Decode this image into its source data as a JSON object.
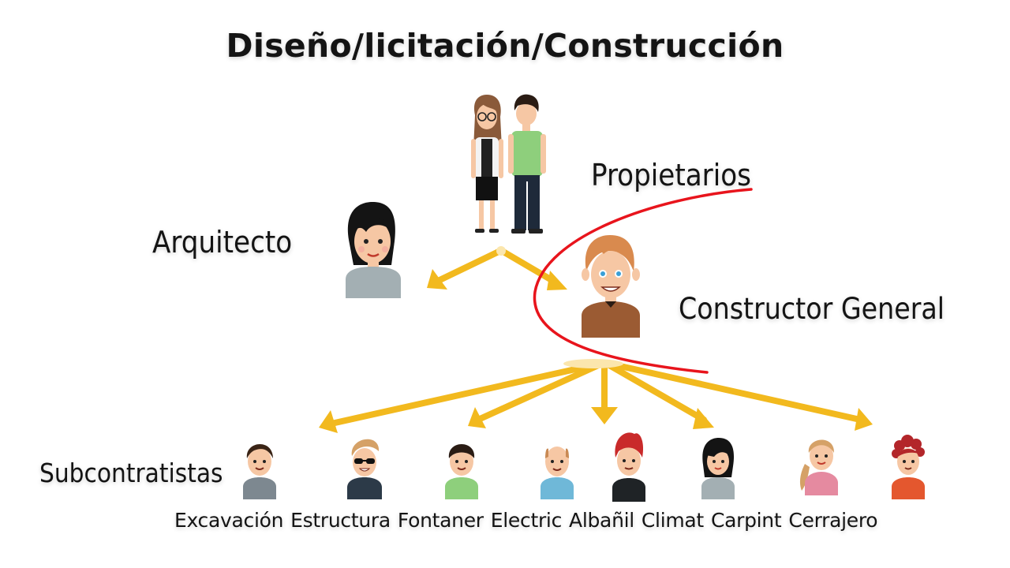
{
  "title": "Diseño/licitación/Construcción",
  "labels": {
    "owners": "Propietarios",
    "architect": "Arquitecto",
    "general_contractor": "Constructor General",
    "subcontractors": "Subcontratistas"
  },
  "trades": [
    "Excavación",
    "Estructura",
    "Fontaner",
    "Electric",
    "Albañil",
    "Climat",
    "Carpint",
    "Cerrajero"
  ],
  "colors": {
    "arrow": "#f2b91e",
    "highlight_curve": "#e8141c",
    "text": "#141414"
  },
  "icons": {
    "owners": "two-owners-icon",
    "architect": "woman-architect-icon",
    "general_contractor": "man-contractor-icon",
    "subcontractors": [
      "worker-icon",
      "sunglasses-worker-icon",
      "worker-icon",
      "bald-worker-icon",
      "redhead-worker-icon",
      "woman-worker-icon",
      "ponytail-worker-icon",
      "curly-worker-icon"
    ]
  }
}
